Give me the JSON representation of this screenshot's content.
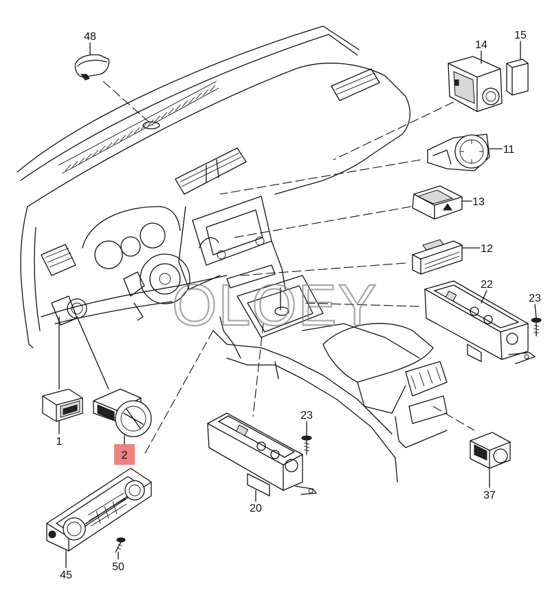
{
  "diagram": {
    "watermark": "OLOEY",
    "highlighted_part": "2",
    "highlight_color": "#f08080",
    "parts": [
      {
        "id": "p48",
        "number": "48"
      },
      {
        "id": "p14",
        "number": "14"
      },
      {
        "id": "p15",
        "number": "15"
      },
      {
        "id": "p11",
        "number": "11"
      },
      {
        "id": "p13",
        "number": "13"
      },
      {
        "id": "p12",
        "number": "12"
      },
      {
        "id": "p22",
        "number": "22"
      },
      {
        "id": "p23a",
        "number": "23"
      },
      {
        "id": "p1",
        "number": "1"
      },
      {
        "id": "p2",
        "number": "2"
      },
      {
        "id": "p23b",
        "number": "23"
      },
      {
        "id": "p20",
        "number": "20"
      },
      {
        "id": "p37",
        "number": "37"
      },
      {
        "id": "p45",
        "number": "45"
      },
      {
        "id": "p50",
        "number": "50"
      }
    ]
  }
}
